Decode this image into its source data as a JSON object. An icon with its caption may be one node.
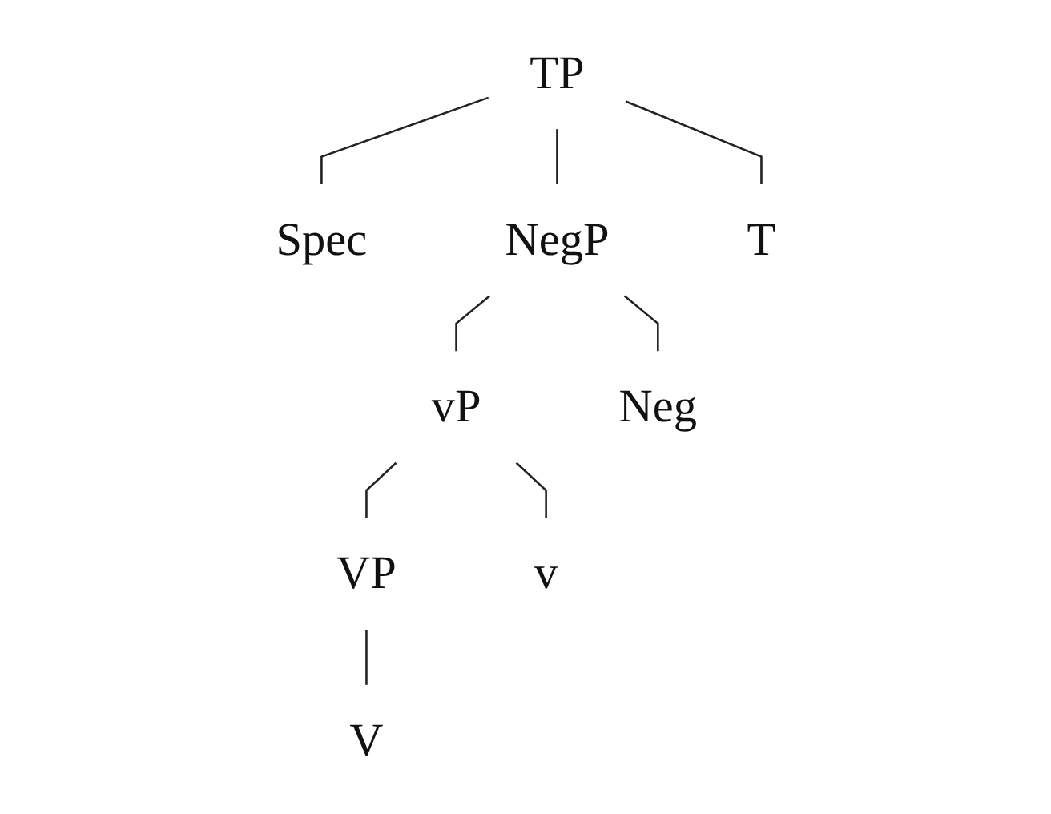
{
  "diagram": {
    "nodes": [
      {
        "text": [
          "TP"
        ]
      },
      {
        "text": [
          "Spec"
        ]
      },
      {
        "text": [
          "NegP"
        ]
      },
      {
        "text": [
          "T"
        ]
      },
      {
        "text": [
          "vP"
        ]
      },
      {
        "text": [
          "Neg"
        ]
      },
      {
        "text": [
          "VP"
        ]
      },
      {
        "text": [
          "v"
        ]
      },
      {
        "text": [
          "V"
        ]
      }
    ],
    "edges": [
      {
        "from": 0,
        "to": 1,
        "arrow": "none"
      },
      {
        "from": 0,
        "to": 2,
        "arrow": "none"
      },
      {
        "from": 0,
        "to": 3,
        "arrow": "none"
      },
      {
        "from": 2,
        "to": 4,
        "arrow": "none"
      },
      {
        "from": 2,
        "to": 5,
        "arrow": "none"
      },
      {
        "from": 4,
        "to": 6,
        "arrow": "none"
      },
      {
        "from": 4,
        "to": 7,
        "arrow": "none"
      },
      {
        "from": 6,
        "to": 8,
        "arrow": "none"
      }
    ]
  }
}
